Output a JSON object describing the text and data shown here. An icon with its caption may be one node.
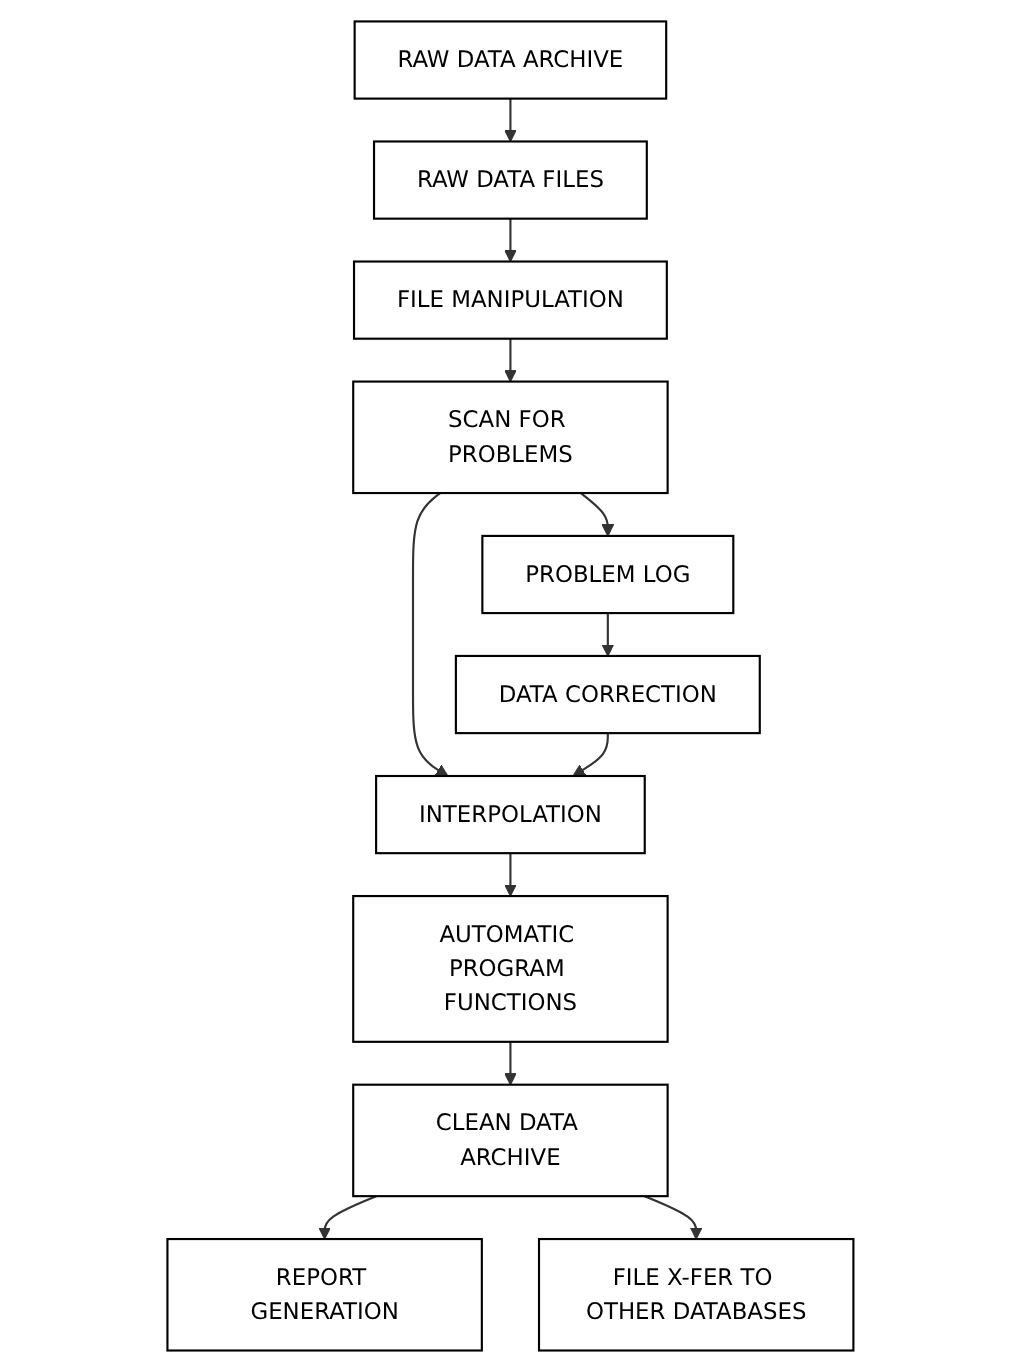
{
  "diagram": {
    "nodes": [
      {
        "text": [
          "RAW DATA ARCHIVE"
        ]
      },
      {
        "text": [
          "RAW DATA FILES"
        ]
      },
      {
        "text": [
          "FILE MANIPULATION"
        ]
      },
      {
        "text": [
          "SCAN FOR PROBLEMS"
        ]
      },
      {
        "text": [
          "PROBLEM LOG"
        ]
      },
      {
        "text": [
          "INTERPOLATION"
        ]
      },
      {
        "text": [
          "DATA CORRECTION"
        ]
      },
      {
        "text": [
          "AUTOMATIC PROGRAM FUNCTIONS"
        ]
      },
      {
        "text": [
          "CLEAN DATA ARCHIVE"
        ]
      },
      {
        "text": [
          "REPORT GENERATION"
        ]
      },
      {
        "text": [
          "FILE X-FER TO OTHER DATABASES"
        ]
      }
    ],
    "edges": [
      {
        "from": 0,
        "to": 1,
        "arrow": "to"
      },
      {
        "from": 1,
        "to": 2,
        "arrow": "to"
      },
      {
        "from": 2,
        "to": 3,
        "arrow": "to"
      },
      {
        "from": 3,
        "to": 4,
        "arrow": "to"
      },
      {
        "from": 3,
        "to": 5,
        "arrow": "to"
      },
      {
        "from": 4,
        "to": 6,
        "arrow": "to"
      },
      {
        "from": 6,
        "to": 5,
        "arrow": "to"
      },
      {
        "from": 5,
        "to": 7,
        "arrow": "to"
      },
      {
        "from": 7,
        "to": 8,
        "arrow": "to"
      },
      {
        "from": 8,
        "to": 9,
        "arrow": "to"
      },
      {
        "from": 8,
        "to": 10,
        "arrow": "to"
      }
    ]
  }
}
